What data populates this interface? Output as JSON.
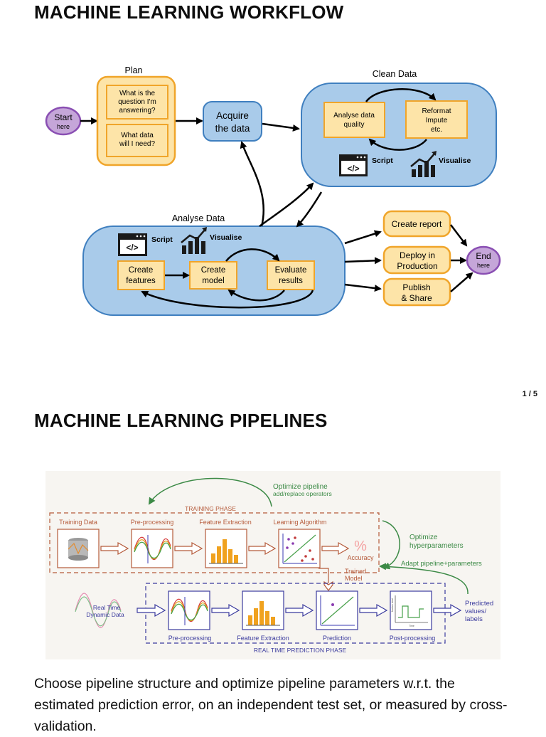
{
  "page1": {
    "title": "MACHINE LEARNING WORKFLOW",
    "workflow": {
      "start": {
        "line1": "Start",
        "line2": "here"
      },
      "plan": {
        "label": "Plan",
        "q1": [
          "What is the",
          "question I'm",
          "answering?"
        ],
        "q2": [
          "What data",
          "will I need?"
        ]
      },
      "acquire": [
        "Acquire",
        "the data"
      ],
      "clean": {
        "label": "Clean Data",
        "analyse_quality": [
          "Analyse data",
          "quality"
        ],
        "reformat": [
          "Reformat",
          "Impute",
          "etc."
        ],
        "script": "Script",
        "visualise": "Visualise"
      },
      "analyse": {
        "label": "Analyse Data",
        "script": "Script",
        "visualise": "Visualise",
        "create_features": [
          "Create",
          "features"
        ],
        "create_model": [
          "Create",
          "model"
        ],
        "evaluate": [
          "Evaluate",
          "results"
        ]
      },
      "outputs": {
        "report": "Create report",
        "deploy": [
          "Deploy in",
          "Production"
        ],
        "publish": [
          "Publish",
          "& Share"
        ]
      },
      "end": {
        "line1": "End",
        "line2": "here"
      }
    },
    "page_number": "1 / 5"
  },
  "page2": {
    "title": "MACHINE LEARNING PIPELINES",
    "pipeline": {
      "optimize_pipeline": [
        "Optimize pipeline",
        "add/replace operators"
      ],
      "training_phase": "TRAINING PHASE",
      "training_data": "Training Data",
      "preprocessing": "Pre-processing",
      "feature_extraction": "Feature Extraction",
      "learning_algorithm": "Learning Algorithm",
      "accuracy_symbol": "%",
      "accuracy": "Accuracy",
      "trained_model": [
        "Trained",
        "Model"
      ],
      "optimize_hyper": [
        "Optimize",
        "hyperparameters"
      ],
      "adapt_pipeline": "Adapt pipeline+parameters",
      "realtime_data": [
        "Real Time",
        "Dynamic Data"
      ],
      "rt_preprocessing": "Pre-processing",
      "rt_feature_extraction": "Feature Extraction",
      "rt_prediction": "Prediction",
      "rt_postprocessing": "Post-processing",
      "predicted": [
        "Predicted",
        "values/",
        "labels"
      ],
      "rt_phase": "REAL TIME PREDICTION PHASE",
      "feature_label": "feature label",
      "time_label": "Time"
    },
    "paragraph": "Choose pipeline structure and optimize pipeline parameters w.r.t. the estimated prediction error, on an independent test set, or measured by cross-validation."
  },
  "colors": {
    "orange_fill": "#fde4a8",
    "orange_stroke": "#f0a52a",
    "blue_fill": "#a9cbea",
    "blue_stroke": "#3f7fbf",
    "purple_fill": "#c5a6d9",
    "purple_stroke": "#8a4fb3",
    "green": "#3c8a46",
    "red_brown": "#b55a3a",
    "dashed_blue": "#3b3b9e",
    "bar_orange": "#f0a21f"
  }
}
